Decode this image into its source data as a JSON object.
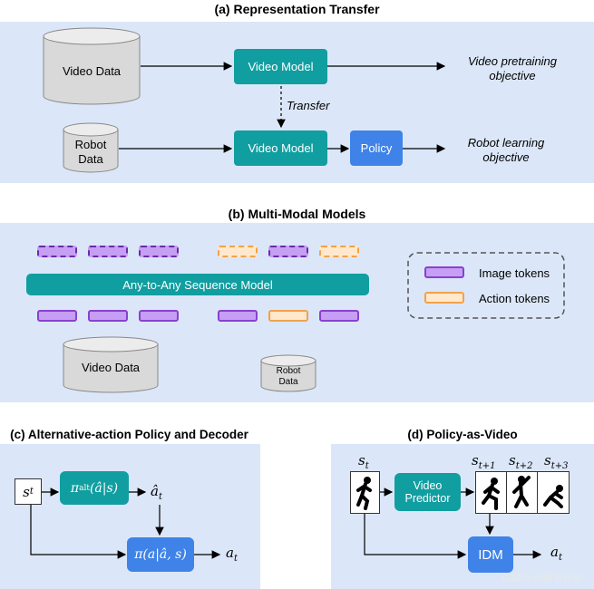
{
  "panel_a": {
    "title": "(a) Representation Transfer",
    "video_data": "Video Data",
    "video_model_top": "Video Model",
    "video_pretraining_objective": "Video pretraining\nobjective",
    "transfer": "Transfer",
    "robot_data": "Robot\nData",
    "video_model_bottom": "Video Model",
    "policy": "Policy",
    "robot_learning_objective": "Robot learning\nobjective"
  },
  "panel_b": {
    "title": "(b) Multi-Modal Models",
    "sequence_model": "Any-to-Any Sequence Model",
    "legend_image": "Image tokens",
    "legend_action": "Action tokens",
    "video_data": "Video Data",
    "robot_data": "Robot\nData"
  },
  "panel_c": {
    "title": "(c) Alternative-action Policy and Decoder",
    "s_t": "s",
    "s_t_sub": "t",
    "pi_alt": "π",
    "pi_alt_sub": "alt",
    "pi_alt_args": "(â|s)",
    "a_hat": "â",
    "a_hat_sub": "t",
    "pi": "π(a|â, s)",
    "a_t": "a",
    "a_t_sub": "t"
  },
  "panel_d": {
    "title": "(d) Policy-as-Video",
    "s_t": "s",
    "s_t_sub": "t",
    "s_t1_sub": "t+1",
    "s_t2_sub": "t+2",
    "s_t3_sub": "t+3",
    "video_predictor": "Video\nPredictor",
    "idm": "IDM",
    "a_t": "a",
    "a_t_sub": "t"
  },
  "watermark": "CSDN @硅谷秋水",
  "colors": {
    "panel_bg": "#dbe7f8",
    "teal": "#119ea0",
    "blue": "#3f83e8",
    "image_token": "#c69ef3",
    "action_token": "#ffe8cc"
  }
}
